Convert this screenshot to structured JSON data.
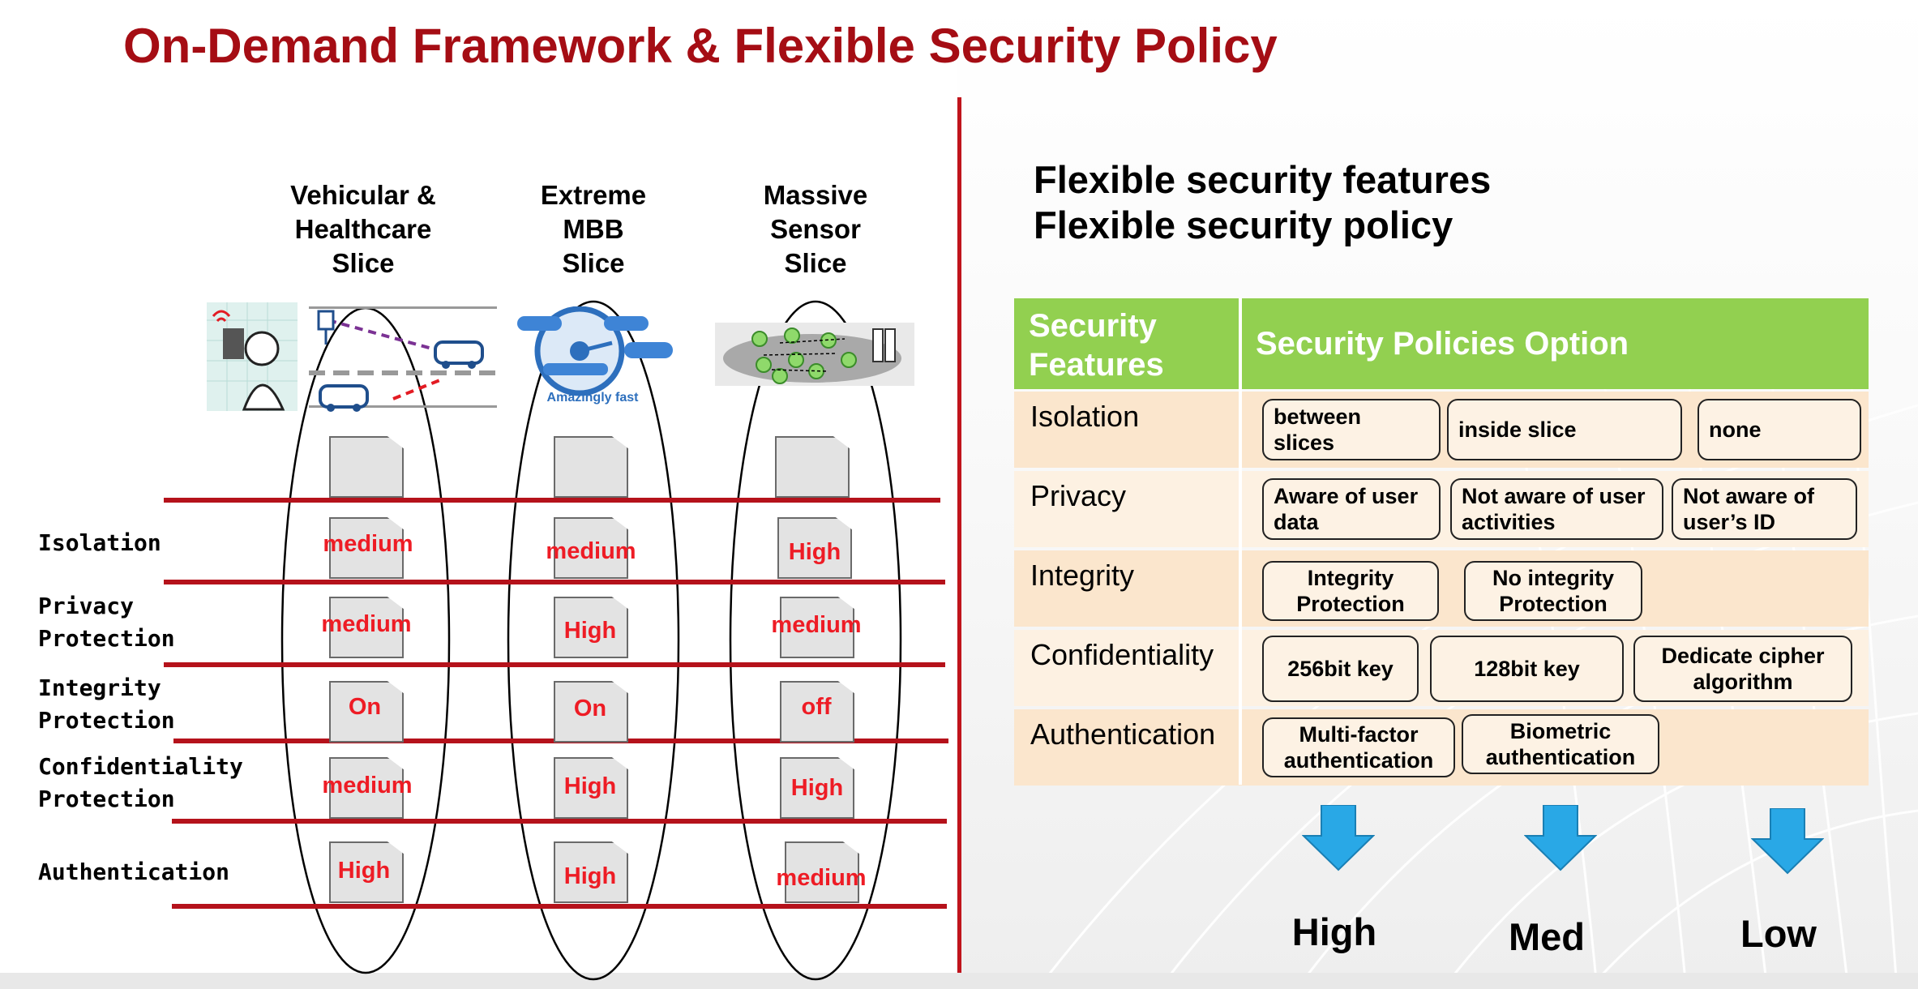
{
  "title": "On-Demand Framework & Flexible Security Policy",
  "colors": {
    "title": "#a50d14",
    "red_line": "#b5121b",
    "value_text": "#ee1c25",
    "header_green": "#92d050",
    "row_even": "#fbe6cd",
    "row_odd": "#fdf1e2",
    "arrow_blue": "#29a8e6"
  },
  "slices": [
    {
      "name": "Vehicular &\nHealthcare\nSlice",
      "image_icon": "doctor-and-vehicles-icon"
    },
    {
      "name": "Extreme\nMBB\nSlice",
      "image_icon": "speed-gauge-icon"
    },
    {
      "name": "Massive\nSensor\nSlice",
      "image_icon": "sensor-network-icon"
    }
  ],
  "rows": [
    "Isolation",
    "Privacy\nProtection",
    "Integrity\nProtection",
    "Confidentiality\nProtection",
    "Authentication"
  ],
  "matrix": [
    [
      "medium",
      "medium",
      "High"
    ],
    [
      "medium",
      "High",
      "medium"
    ],
    [
      "On",
      "On",
      "off"
    ],
    [
      "medium",
      "High",
      "High"
    ],
    [
      "High",
      "High",
      "medium"
    ]
  ],
  "heading": {
    "line1": "Flexible security features",
    "line2": "Flexible security policy"
  },
  "table": {
    "col1_header": "Security\nFeatures",
    "col2_header": "Security Policies Option",
    "rows": [
      {
        "feature": "Isolation",
        "options": [
          "between\nslices",
          "inside slice",
          "none"
        ]
      },
      {
        "feature": "Privacy",
        "options": [
          "Aware of user\ndata",
          "Not aware of user\nactivities",
          "Not aware of\nuser’s ID"
        ]
      },
      {
        "feature": "Integrity",
        "options": [
          "Integrity\nProtection",
          "No integrity\nProtection"
        ]
      },
      {
        "feature": "Confidentiality",
        "options": [
          "256bit key",
          "128bit key",
          "Dedicate cipher\nalgorithm"
        ]
      },
      {
        "feature": "Authentication",
        "options": [
          "Multi-factor\nauthentication",
          "Biometric\nauthentication"
        ]
      }
    ]
  },
  "levels": [
    "High",
    "Med",
    "Low"
  ]
}
